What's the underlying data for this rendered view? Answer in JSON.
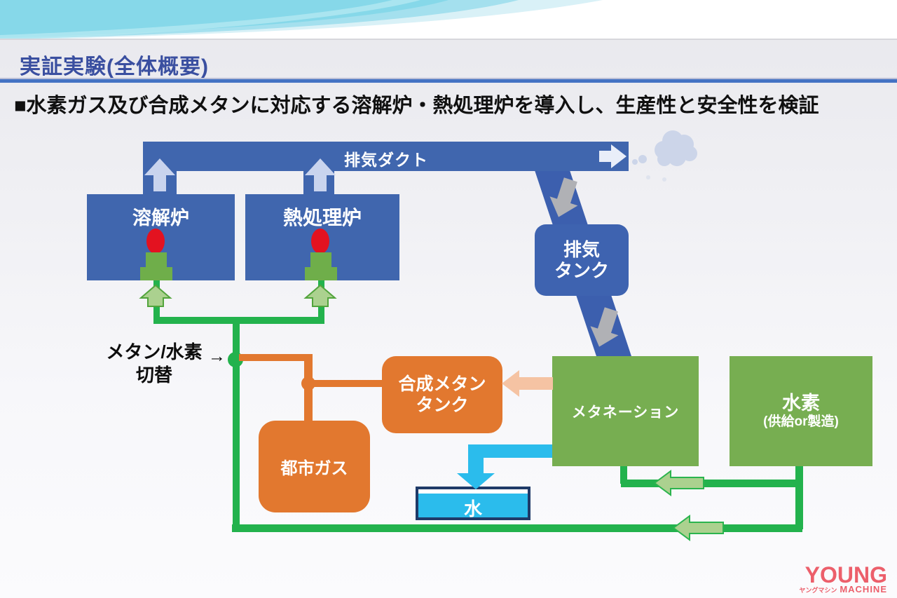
{
  "slide": {
    "title": "実証実験(全体概要)",
    "heading": "■水素ガス及び合成メタンに対応する溶解炉・熱処理炉を導入し、生産性と安全性を検証"
  },
  "diagram": {
    "exhaust_duct": "排気ダクト",
    "melting_furnace": "溶解炉",
    "heat_furnace": "熱処理炉",
    "exhaust_tank": {
      "line1": "排気",
      "line2": "タンク"
    },
    "switch": {
      "line1": "メタン/水素",
      "line2": "切替",
      "arrow": "→"
    },
    "methane_tank": {
      "line1": "合成メタン",
      "line2": "タンク"
    },
    "city_gas": "都市ガス",
    "methanation": "メタネーション",
    "hydrogen": {
      "line1": "水素",
      "line2": "(供給or製造)"
    },
    "water": "水"
  },
  "logo": {
    "young": "YOUNG",
    "katakana": "ヤングマシン",
    "machine": "MACHINE"
  },
  "colors": {
    "title_blue": "#3a4fa0",
    "rule_blue": "#4472c4",
    "box_blue": "#4066ae",
    "duct_arrow_light": "#c9d4ee",
    "gray_arrow": "#b0b1b5",
    "pipe_green": "#23b24d",
    "arrow_green_fill": "#abd18f",
    "box_green": "#77ae51",
    "burner_green": "#6fae4a",
    "flame_red": "#e31220",
    "orange": "#e2782f",
    "pink_arrow": "#f5c3a3",
    "cyan": "#2bbcec",
    "water_border": "#1f3a68",
    "cloud": "#ccd5e9",
    "logo_red": "#ec5f6b"
  }
}
